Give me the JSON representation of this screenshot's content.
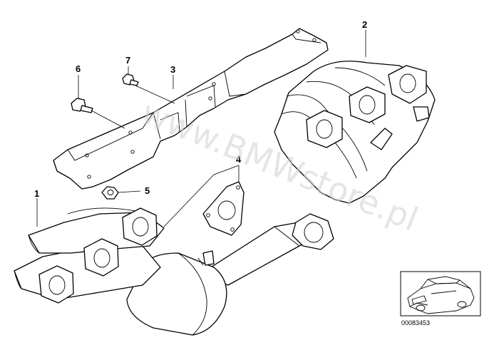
{
  "diagram": {
    "callouts": {
      "c1": "1",
      "c2": "2",
      "c3": "3",
      "c4": "4",
      "c5": "5",
      "c6": "6",
      "c7": "7"
    },
    "watermark": "www.BMWstore.pl",
    "thumbnail_code": "00083453"
  }
}
